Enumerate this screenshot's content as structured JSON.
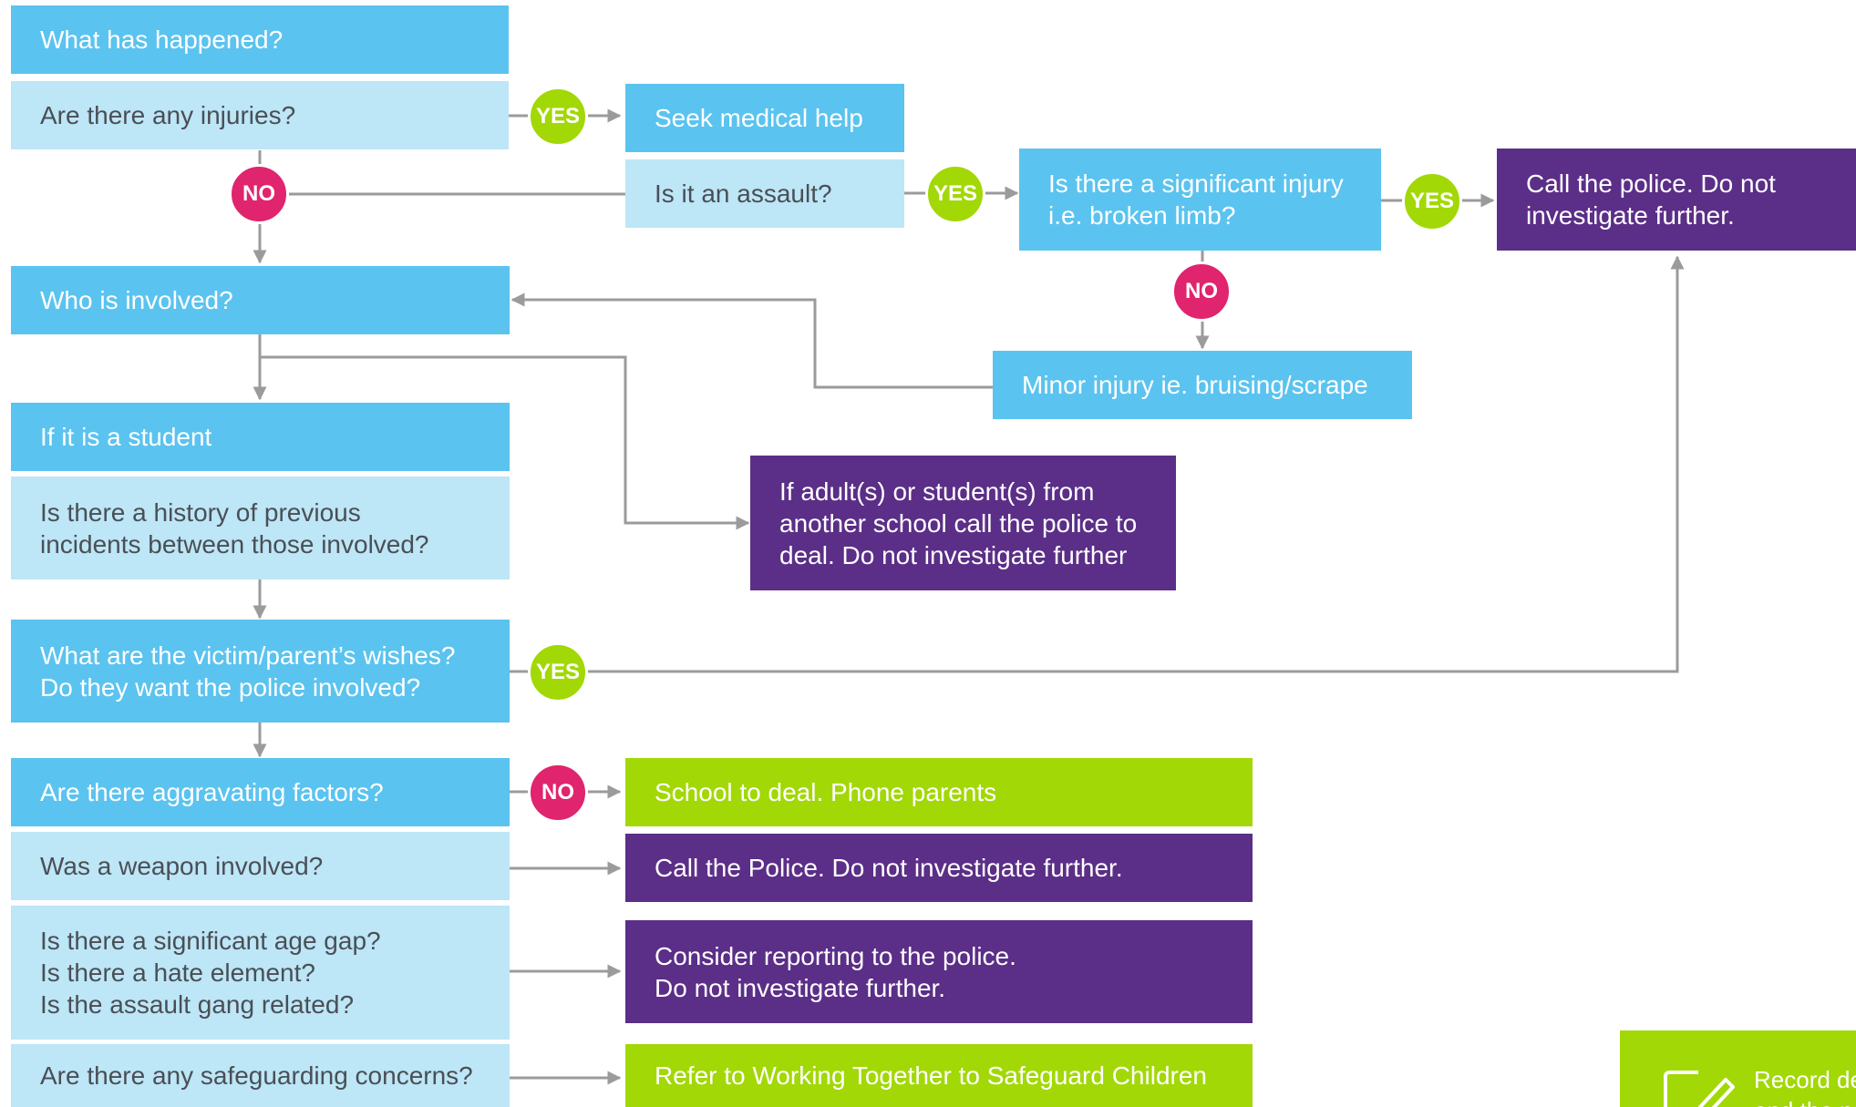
{
  "colors": {
    "question_primary": "#5bc3ef",
    "question_secondary": "#bde6f7",
    "police_action": "#5b2e87",
    "school_action": "#a2d806",
    "yes_badge": "#a2d806",
    "no_badge": "#e0246d",
    "connector": "#9b9b9b"
  },
  "nodes": {
    "what_happened": "What has happened?",
    "any_injuries": "Are there any injuries?",
    "seek_medical": "Seek medical help",
    "is_assault": "Is it an assault?",
    "significant_injury": "Is there a significant injury\ni.e. broken limb?",
    "call_police_injury": "Call the police. Do not\ninvestigate further.",
    "who_involved": "Who is involved?",
    "minor_injury": "Minor injury ie. bruising/scrape",
    "if_student": "If it is a student",
    "other_school": "If adult(s) or student(s) from\nanother school call the police to\ndeal. Do not investigate further",
    "history": "Is there a history of previous\nincidents between those involved?",
    "victim_wishes": "What are the victim/parent’s wishes?\nDo they want the police involved?",
    "aggravating": "Are there aggravating factors?",
    "school_deal": "School to deal. Phone parents",
    "weapon": "Was a weapon involved?",
    "call_police_weapon": "Call the Police. Do not investigate further.",
    "age_hate_gang": "Is there a significant age gap?\nIs there a hate element?\nIs the assault gang related?",
    "consider_reporting": "Consider reporting to the police.\nDo not investigate further.",
    "safeguarding": "Are there any safeguarding concerns?",
    "refer_working_together": "Refer to Working Together to Safeguard Children",
    "record_details": "Record de\nand the n"
  },
  "labels": {
    "yes": "YES",
    "no": "NO"
  },
  "icons": {
    "record": "pencil-edit-icon"
  }
}
